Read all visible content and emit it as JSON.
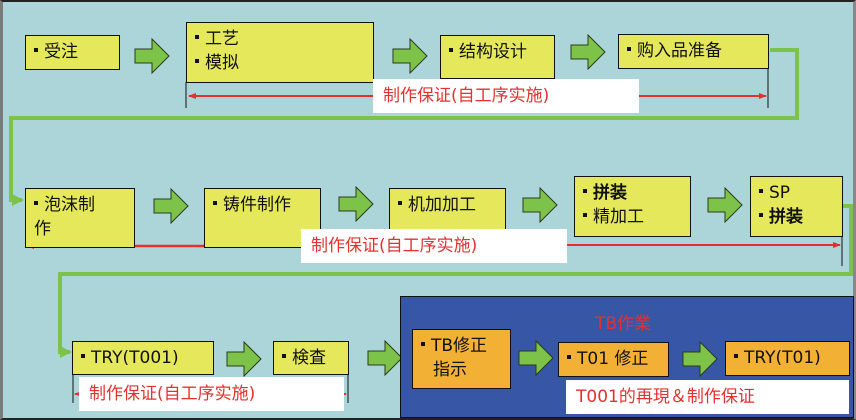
{
  "colors": {
    "background": "#acd5da",
    "step_box": "#e6e85c",
    "tb_step_box": "#f2b135",
    "tb_panel": "#3856a6",
    "arrow_fill": "#7dc34a",
    "connector": "#7dc34a",
    "guarantee_line": "#e53030",
    "label_text": "#e53030"
  },
  "row1": {
    "steps": [
      {
        "lines": [
          "受注"
        ],
        "bold": []
      },
      {
        "lines": [
          "工艺",
          "模拟"
        ],
        "bold": []
      },
      {
        "lines": [
          "结构设计"
        ],
        "bold": []
      },
      {
        "lines": [
          "购入品准备"
        ],
        "bold": []
      }
    ],
    "guarantee_label": "制作保证(自工序实施)"
  },
  "row2": {
    "steps": [
      {
        "lines": [
          "泡沫制",
          "作"
        ]
      },
      {
        "lines": [
          "铸件制作"
        ]
      },
      {
        "lines": [
          "机加加工"
        ]
      },
      {
        "lines": [
          "拼装",
          "精加工"
        ]
      },
      {
        "lines": [
          "SP",
          "拼装"
        ]
      }
    ],
    "guarantee_label": "制作保证(自工序实施)"
  },
  "row3": {
    "steps": [
      {
        "lines": [
          "TRY(T001)"
        ]
      },
      {
        "lines": [
          "検査"
        ]
      }
    ],
    "guarantee_label": "制作保证(自工序实施)"
  },
  "tb_section": {
    "title": "TB作業",
    "steps": [
      {
        "lines": [
          "TB修正",
          "指示"
        ]
      },
      {
        "lines": [
          "T01 修正"
        ]
      },
      {
        "lines": [
          "TRY(T01)"
        ]
      }
    ],
    "note_label": "T001的再現＆制作保证"
  },
  "icons": {
    "flow_arrow": "right-arrow-icon",
    "bullet": "square-bullet-icon"
  }
}
